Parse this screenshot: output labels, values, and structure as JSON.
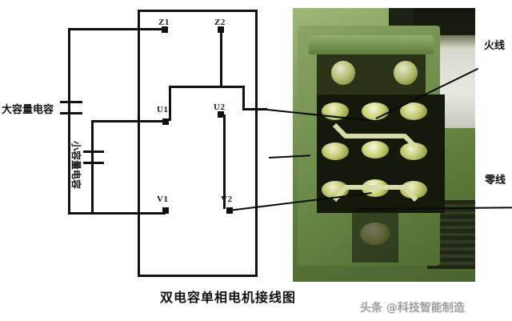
{
  "diagram": {
    "caption": "双电容单相电机接线图",
    "terminals": [
      {
        "id": "Z1",
        "label": "Z1"
      },
      {
        "id": "Z2",
        "label": "Z2"
      },
      {
        "id": "U1",
        "label": "U1"
      },
      {
        "id": "U2",
        "label": "U2"
      },
      {
        "id": "V1",
        "label": "V1"
      },
      {
        "id": "V2",
        "label": "V2"
      }
    ],
    "components": [
      {
        "id": "big-cap",
        "label": "大容量电容",
        "orientation": "horizontal"
      },
      {
        "id": "small-cap",
        "label": "小容量电容",
        "orientation": "vertical"
      }
    ]
  },
  "photo": {
    "alt": "单相电机接线盒实物照片",
    "annotations": [
      {
        "id": "live-wire",
        "label": "火线"
      },
      {
        "id": "neutral-wire",
        "label": "零线"
      }
    ],
    "colors": {
      "background": "#7d9a5c",
      "block": "#1d2414",
      "brass": "#b9b95c",
      "board": "#4c6b33"
    }
  },
  "watermark": {
    "text": "头条 @科技智能制造"
  },
  "colors": {
    "wire": "#111111",
    "page_background": "#ffffff",
    "text": "#111111",
    "watermark": "#8d8d8d"
  }
}
